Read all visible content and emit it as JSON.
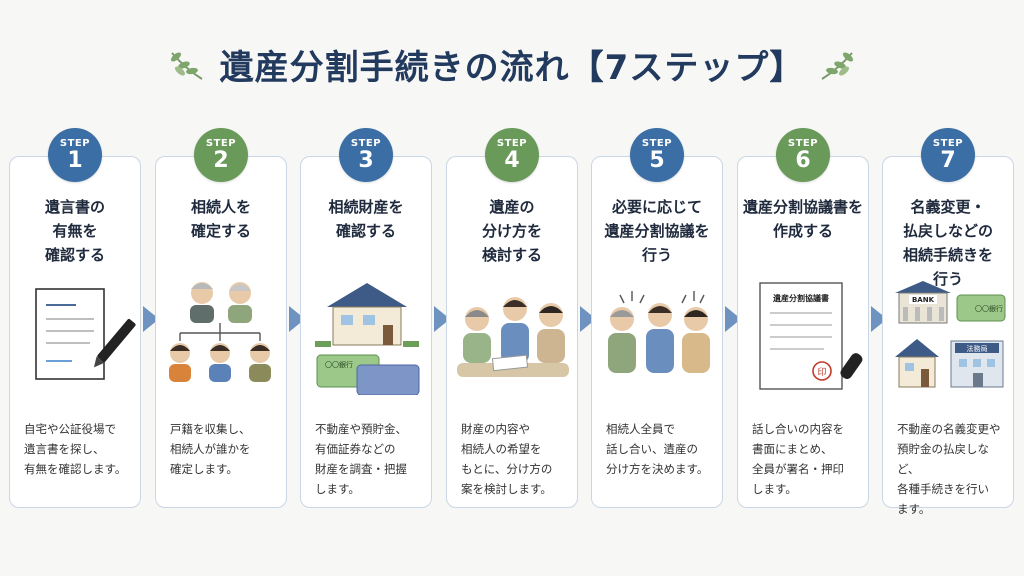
{
  "header": {
    "title": "遺産分割手続きの流れ【7ステップ】"
  },
  "colors": {
    "blue": "#3a6ea5",
    "green": "#6a9a5a",
    "title": "#223a5e",
    "arrow": "#6e93c0"
  },
  "steps": [
    {
      "label": "STEP",
      "num": "1",
      "title": [
        "遺言書の",
        "有無を",
        "確認する"
      ],
      "desc": [
        "自宅や公証役場で",
        "遺言書を探し、",
        "有無を確認します。"
      ],
      "icon": "document-pen-icon"
    },
    {
      "label": "STEP",
      "num": "2",
      "title": [
        "相続人を",
        "確定する"
      ],
      "desc": [
        "戸籍を収集し、",
        "相続人が誰かを",
        "確定します。"
      ],
      "icon": "family-tree-icon"
    },
    {
      "label": "STEP",
      "num": "3",
      "title": [
        "相続財産を",
        "確認する"
      ],
      "desc": [
        "不動産や預貯金、",
        "有価証券などの",
        "財産を調査・把握",
        "します。"
      ],
      "icon": "house-bankbook-icon",
      "bankbook_text": "〇〇銀行"
    },
    {
      "label": "STEP",
      "num": "4",
      "title": [
        "遺産の",
        "分け方を",
        "検討する"
      ],
      "desc": [
        "財産の内容や",
        "相続人の希望を",
        "もとに、分け方の",
        "案を検討します。"
      ],
      "icon": "discussion-icon"
    },
    {
      "label": "STEP",
      "num": "5",
      "title": [
        "必要に応じて",
        "遺産分割協議を",
        "行う"
      ],
      "desc": [
        "相続人全員で",
        "話し合い、遺産の",
        "分け方を決めます。"
      ],
      "icon": "meeting-icon"
    },
    {
      "label": "STEP",
      "num": "6",
      "title": [
        "遺産分割協議書を",
        "作成する"
      ],
      "desc": [
        "話し合いの内容を",
        "書面にまとめ、",
        "全員が署名・押印",
        "します。"
      ],
      "icon": "agreement-document-icon",
      "doc_title": "遺産分割協議書",
      "seal_text": "印"
    },
    {
      "label": "STEP",
      "num": "7",
      "title": [
        "名義変更・",
        "払戻しなどの",
        "相続手続きを",
        "行う"
      ],
      "desc": [
        "不動産の名義変更や",
        "預貯金の払戻しなど、",
        "各種手続きを行い",
        "ます。"
      ],
      "icon": "bank-office-icon",
      "bank_text": "BANK",
      "bankbook_text": "〇〇銀行",
      "office_text": "法務局"
    }
  ]
}
